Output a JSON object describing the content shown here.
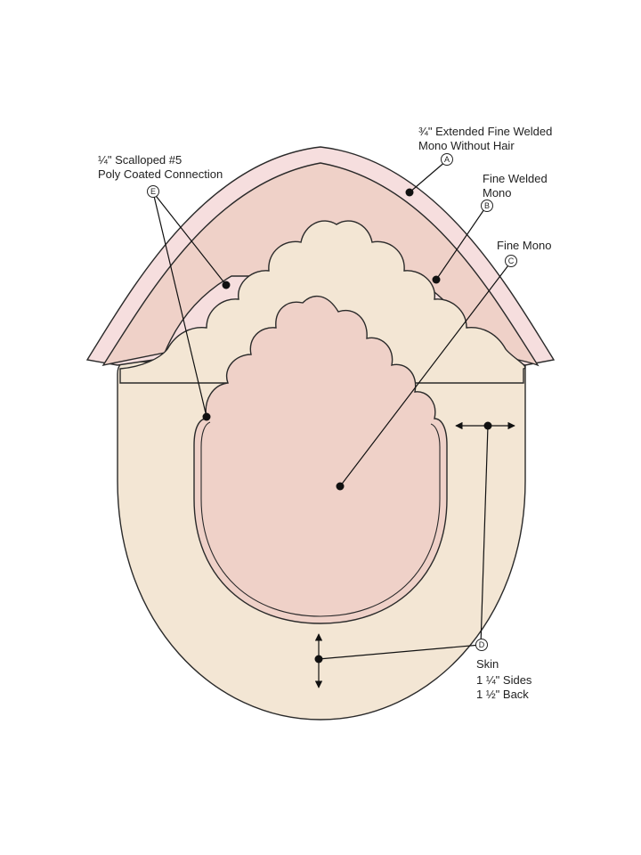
{
  "colors": {
    "skin": "#f3e6d4",
    "mono": "#efd1c8",
    "edge": "#f6dede",
    "outline": "#2a2a2a"
  },
  "labels": {
    "a": {
      "letter": "A",
      "lines": [
        "¾\" Extended Fine Welded",
        "Mono Without Hair"
      ]
    },
    "b": {
      "letter": "B",
      "lines": [
        "Fine Welded",
        "Mono"
      ]
    },
    "c": {
      "letter": "C",
      "lines": [
        "Fine Mono"
      ]
    },
    "d": {
      "letter": "D",
      "lines": [
        "Skin",
        "1 ¼\" Sides",
        "1 ½\" Back"
      ]
    },
    "e": {
      "letter": "E",
      "lines": [
        "¼\" Scalloped #5",
        "Poly Coated Connection"
      ]
    }
  }
}
